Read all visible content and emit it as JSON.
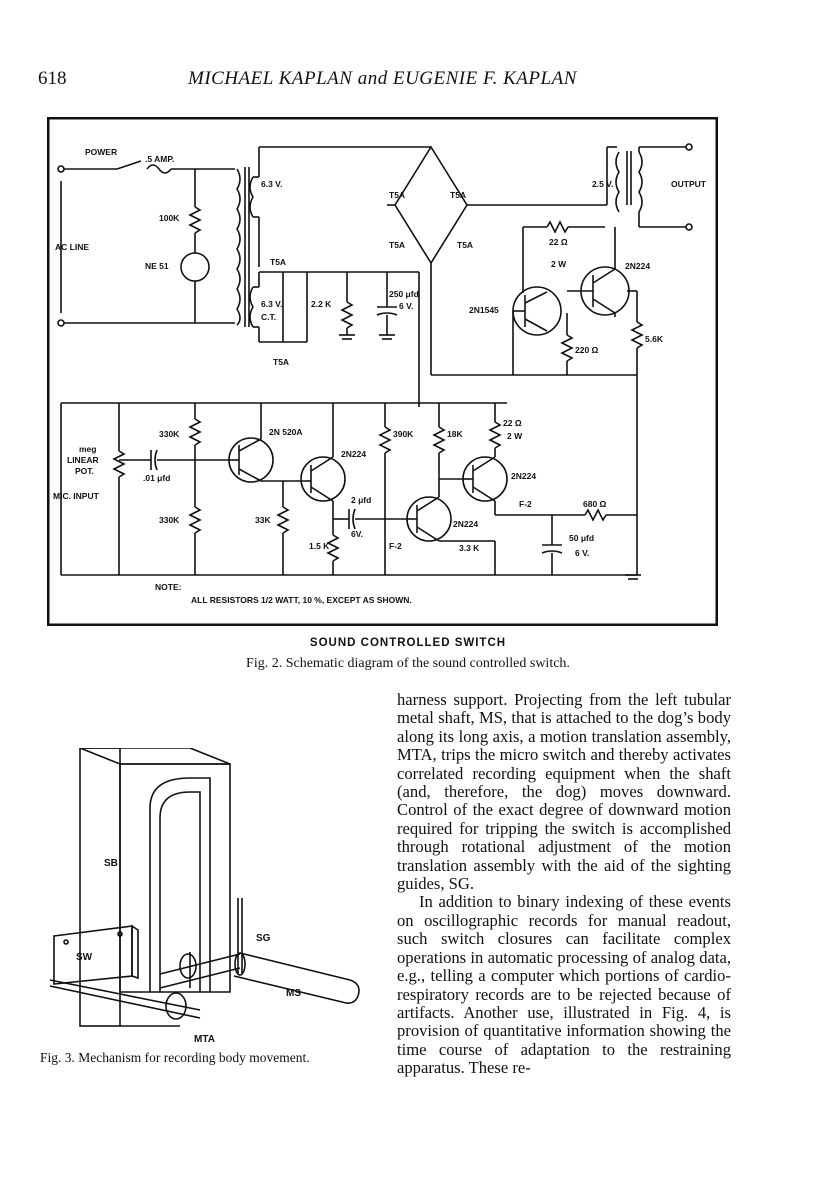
{
  "header": {
    "page_number": "618",
    "running_head": "MICHAEL KAPLAN and EUGENIE F. KAPLAN"
  },
  "figure2": {
    "title": "SOUND CONTROLLED SWITCH",
    "caption": "Fig. 2. Schematic diagram of the sound controlled switch.",
    "labels": {
      "power": "POWER",
      "fuse": ".5 AMP.",
      "ac_line": "AC LINE",
      "r100k": "100K",
      "ne51": "NE 51",
      "v63_top": "6.3 V.",
      "t5a_a": "T5A",
      "t5a_b": "T5A",
      "t5a_c": "T5A",
      "t5a_d": "T5A",
      "t5a_e": "T5A",
      "t5a_f": "T5A",
      "v63_ct": "6.3 V.",
      "ct": "C.T.",
      "r22k": "2.2 K",
      "c250": "250 μfd",
      "c250v": "6 V.",
      "v25": "2.5 V.",
      "output": "OUTPUT",
      "r22ohm_top": "22 Ω",
      "w2_top": "2 W",
      "q2n1545": "2N1545",
      "q2n224_top": "2N224",
      "r56k": "5.6K",
      "r220": "220 Ω",
      "meg": "meg",
      "linear": "LINEAR",
      "pot": "POT.",
      "mic_input": "MIC. INPUT",
      "c01": ".01 μfd",
      "r330k_a": "330K",
      "r330k_b": "330K",
      "q2n520a": "2N 520A",
      "q2n224_b": "2N224",
      "r33k": "33K",
      "r15k": "1.5 K",
      "c2": "2 μfd",
      "c2v": "6V.",
      "r390k": "390K",
      "r18k": "18K",
      "f2_a": "F-2",
      "q2n224_c": "2N224",
      "r33k_b": "3.3 K",
      "r22ohm_b": "22 Ω",
      "w2_b": "2 W",
      "q2n224_d": "2N224",
      "f2_b": "F-2",
      "r680": "680 Ω",
      "c50": "50 μfd",
      "c50v": "6 V.",
      "note": "NOTE:",
      "note_text": "ALL RESISTORS 1/2 WATT, 10 %, EXCEPT AS SHOWN."
    }
  },
  "figure3": {
    "caption": "Fig. 3. Mechanism for recording body movement.",
    "labels": {
      "sb": "SB",
      "sw": "SW",
      "sg": "SG",
      "ms": "MS",
      "mta": "MTA"
    }
  },
  "body_text": {
    "p1": "harness support. Projecting from the left tubular metal shaft, MS, that is attached to the dog’s body along its long axis, a motion translation assembly, MTA, trips the micro switch and thereby activates correlated recording equipment when the shaft (and, therefore, the dog) moves downward. Control of the exact degree of downward motion required for tripping the switch is accomplished through rotational adjustment of the motion translation assembly with the aid of the sighting guides, SG.",
    "p2": "In addition to binary indexing of these events on oscillographic records for manual readout, such switch closures can facilitate complex operations in automatic processing of analog data, e.g., telling a computer which portions of cardio-respiratory records are to be rejected because of artifacts. Another use, illustrated in Fig. 4, is provision of quantitative information showing the time course of adaptation to the restraining apparatus. These re-"
  }
}
